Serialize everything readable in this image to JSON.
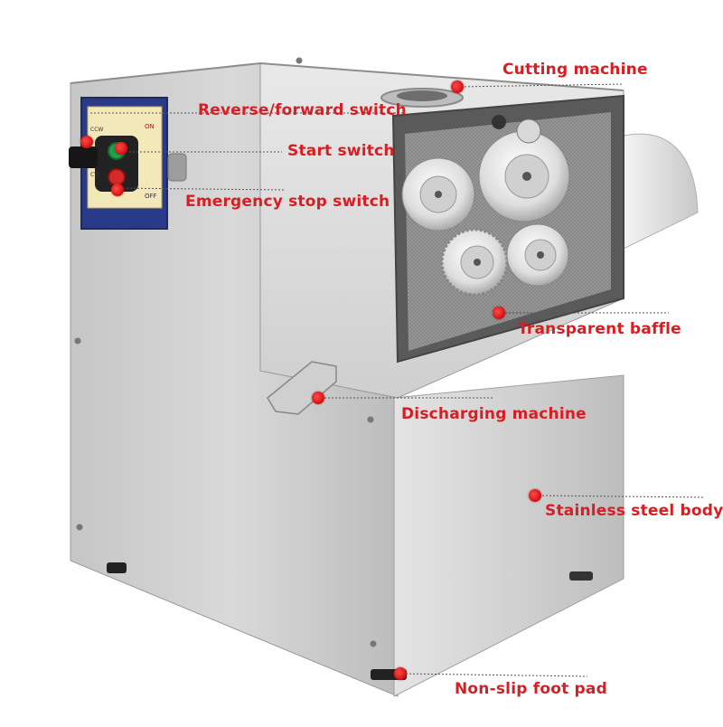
{
  "labels": {
    "cutting_machine": "Cutting machine",
    "reverse_forward_switch": "Reverse/forward switch",
    "start_switch": "Start switch",
    "emergency_stop_switch": "Emergency stop switch",
    "transparent_baffle": "Transparent baffle",
    "discharging_machine": "Discharging machine",
    "stainless_steel_body": "Stainless steel body",
    "non_slip_foot_pad": "Non-slip foot pad"
  },
  "panel": {
    "on_text": "ON",
    "off_text": "OFF",
    "cw_text": "CW",
    "ccw_text": "CCW"
  },
  "colors": {
    "annotation_red": "#d81e23",
    "steel": "#c9c9c9",
    "panel_blue": "#2a3a8a"
  }
}
